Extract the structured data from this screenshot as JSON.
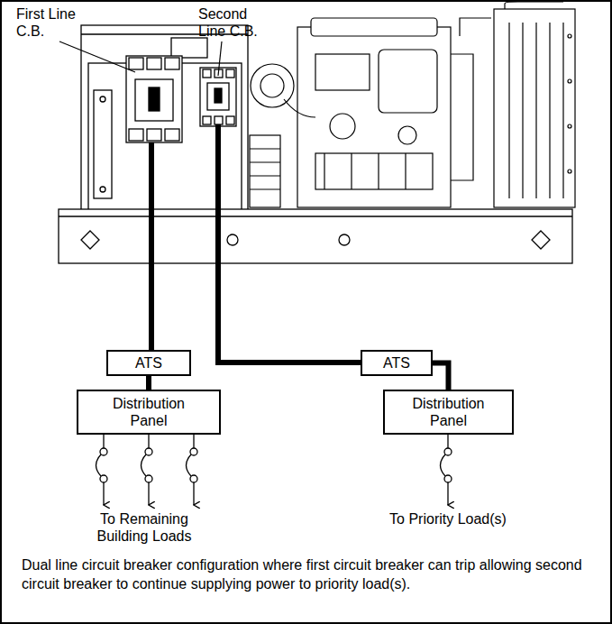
{
  "diagram": {
    "caption": "Dual line circuit breaker configuration where first circuit breaker can trip allowing second circuit breaker to continue supplying power to priority load(s).",
    "nodes": [
      {
        "text": [
          "ATS"
        ]
      },
      {
        "text": [
          "ATS"
        ]
      },
      {
        "text": [
          "Distribution Panel"
        ]
      },
      {
        "text": [
          "Distribution Panel"
        ]
      }
    ],
    "edges": [
      {
        "from": 0,
        "to": 2,
        "arrow": "none"
      },
      {
        "from": 1,
        "to": 3,
        "arrow": "none"
      }
    ],
    "labels": [
      "First Line C.B.",
      "Second Line C.B.",
      "To Remaining Building Loads",
      "To Priority Load(s)"
    ]
  }
}
